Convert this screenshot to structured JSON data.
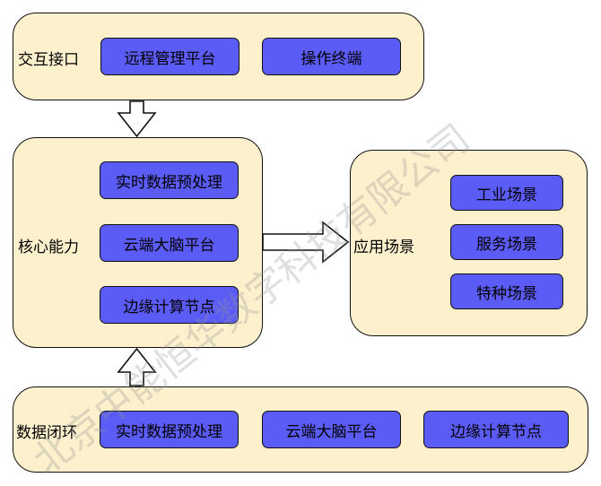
{
  "interaction": {
    "label": "交互接口",
    "items": [
      "远程管理平台",
      "操作终端"
    ]
  },
  "core": {
    "label": "核心能力",
    "items": [
      "实时数据预处理",
      "云端大脑平台",
      "边缘计算节点"
    ]
  },
  "application": {
    "label": "应用场景",
    "items": [
      "工业场景",
      "服务场景",
      "特种场景"
    ]
  },
  "data_loop": {
    "label": "数据闭环",
    "items": [
      "实时数据预处理",
      "云端大脑平台",
      "边缘计算节点"
    ]
  },
  "watermark": "北京中能恒华数字科技有限公司",
  "colors": {
    "panel_fill": "#fdf0cd",
    "chip_fill": "#5b5bf6",
    "border": "#111111"
  }
}
